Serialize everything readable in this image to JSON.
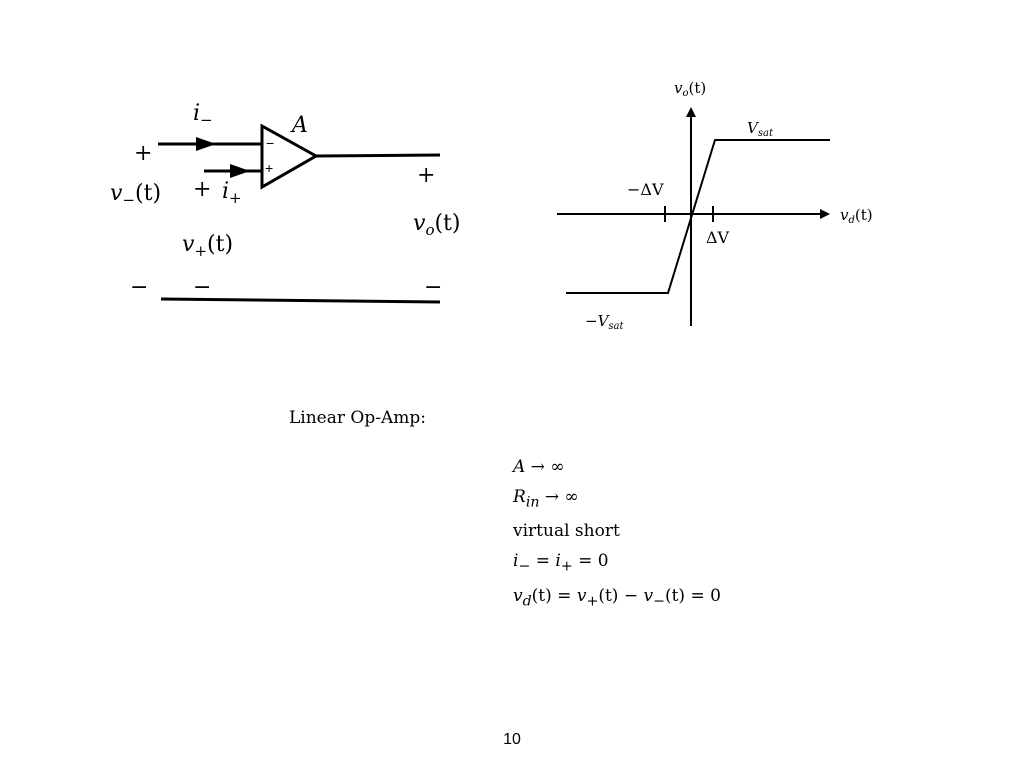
{
  "opamp_circuit": {
    "gain": "A",
    "i_minus": "i",
    "i_minus_sub": "−",
    "i_plus": "i",
    "i_plus_sub": "+",
    "v_minus": "v",
    "v_minus_sub": "−",
    "v_minus_arg": "(t)",
    "v_plus": "v",
    "v_plus_sub": "+",
    "v_plus_arg": "(t)",
    "v_out": "v",
    "v_out_sub": "o",
    "v_out_arg": "(t)",
    "plus_sign": "+",
    "minus_sign": "−",
    "inverting_marker": "−",
    "noninverting_marker": "+"
  },
  "transfer_plot": {
    "y_label": "v",
    "y_label_sub": "o",
    "y_label_arg": "(t)",
    "x_label": "v",
    "x_label_sub": "d",
    "x_label_arg": "(t)",
    "v_sat": "V",
    "v_sat_sub": "sat",
    "neg_v_sat_prefix": "−V",
    "neg_v_sat_sub": "sat",
    "delta_v": "ΔV",
    "neg_delta_v": "−ΔV"
  },
  "content": {
    "heading": "Linear Op-Amp:",
    "conditions": [
      {
        "lhs": "A",
        "rhs": " → ∞"
      },
      {
        "lhs": "R",
        "lhs_sub": "in",
        "rhs": " → ∞"
      },
      {
        "text": "virtual short"
      },
      {
        "lhs": "i",
        "lhs_sub": "−",
        "mid": " = ",
        "lhs2": "i",
        "lhs2_sub": "+",
        "rhs": " = 0"
      },
      {
        "lhs": "v",
        "lhs_sub": "d",
        "mid": "(t) = ",
        "lhs2": "v",
        "lhs2_sub": "+",
        "rhs": "(t) − ",
        "lhs3": "v",
        "lhs3_sub": "−",
        "tail": "(t) = 0"
      }
    ]
  },
  "page": {
    "number": "10"
  }
}
